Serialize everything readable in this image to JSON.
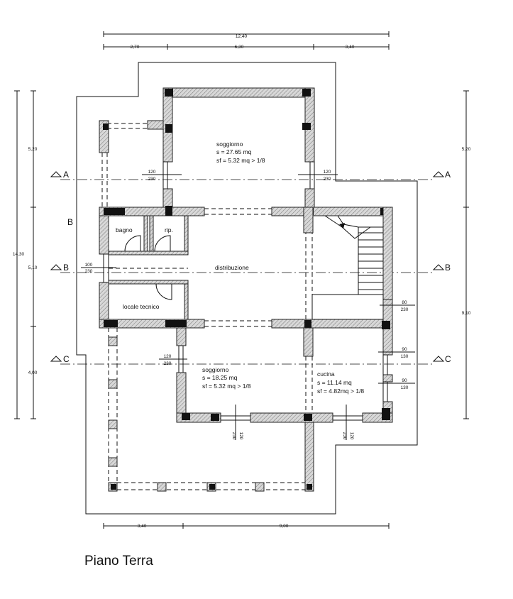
{
  "title": "Piano Terra",
  "dimensions": {
    "top_total": "12,40",
    "top_1": "2,70",
    "top_2": "6,30",
    "top_3": "3,40",
    "left_total": "14,30",
    "left_1": "5,20",
    "left_2": "5,10",
    "left_3": "4,00",
    "right_1": "5,20",
    "right_2": "9,10",
    "bottom_1": "3,40",
    "bottom_2": "9,00"
  },
  "sections": {
    "a": "A",
    "b": "B",
    "c": "C"
  },
  "rooms": {
    "soggiorno_top": {
      "name": "soggiorno",
      "area": "s = 27.65 mq",
      "sf": "sf = 5.32 mq > 1/8"
    },
    "bagno": "bagno",
    "rip": "rip.",
    "distribuzione": "distribuzione",
    "locale_tecnico": "locale tecnico",
    "soggiorno_bottom": {
      "name": "soggiorno",
      "area": "s = 18.25 mq",
      "sf": "sf = 5.32 mq > 1/8"
    },
    "cucina": {
      "name": "cucina",
      "area": "s = 11.14 mq",
      "sf": "sf = 4.82mq > 1/8"
    }
  },
  "openings": {
    "w_120": "120",
    "h_230": "230",
    "w_100": "100",
    "w_80": "80",
    "w_90": "90",
    "h_130": "130"
  }
}
